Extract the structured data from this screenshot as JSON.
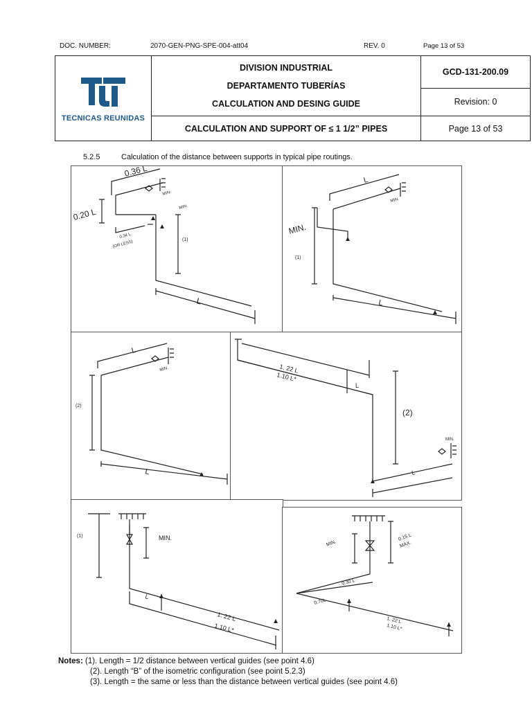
{
  "doc_line": {
    "doc_label": "DOC. NUMBER:",
    "doc_number": "2070-GEN-PNG-SPE-004-att04",
    "rev": "REV. 0",
    "page": "Page 13 of 53"
  },
  "header": {
    "company": "TECNICAS REUNIDAS",
    "division": "DIVISION INDUSTRIAL",
    "department": "DEPARTAMENTO TUBERÍAS",
    "guide": "CALCULATION AND DESING GUIDE",
    "code": "GCD-131-200.09",
    "revision": "Revision: 0",
    "subject": "CALCULATION AND SUPPORT OF ≤ 1 1/2” PIPES",
    "page": "Page 13 of 53"
  },
  "section": {
    "number": "5.2.5",
    "title": "Calculation of the distance between supports in typical pipe routings."
  },
  "figures": {
    "f1": {
      "l036": "0.36 L",
      "min1": "MIN.",
      "min2": "MIN.",
      "l020": "0.20 L",
      "l034": "0.34 L",
      "orless": "(OR LESS)",
      "n1": "(1)",
      "L": "L"
    },
    "f2": {
      "L1": "L",
      "min": "MIN.",
      "bigmin": "MIN.",
      "n1": "(1)",
      "L2": "L"
    },
    "f3": {
      "L1": "L",
      "min": "MIN.",
      "n2": "(2)",
      "L2": "L"
    },
    "f4": {
      "l122": "1. 22 L",
      "l110": "1.10 L*",
      "L": "L",
      "n2": "(2)",
      "min": "MIN.",
      "L2": "L"
    },
    "f5": {
      "n1": "(1)",
      "min": "MIN.",
      "L": "L",
      "l122": "1. 22 L",
      "l110": "1.10 L*"
    },
    "f6": {
      "min": "MIN.",
      "l015": "0.15 L",
      "max": "MAX.",
      "l030": "0.30 L",
      "l070": "0.70L",
      "l122": "1. 22 L",
      "l110": "1.10 L*"
    }
  },
  "notes": {
    "label": "Notes:",
    "n1": "(1). Length = 1/2 distance between vertical guides (see point 4.6)",
    "n2": "(2). Length “B” of the isometric configuration (see point 5.2.3)",
    "n3": "(3). Length = the same or less than the distance between vertical guides (see point 4.6)"
  },
  "colors": {
    "logo_blue": "#1d5a8a",
    "line": "#222222"
  }
}
